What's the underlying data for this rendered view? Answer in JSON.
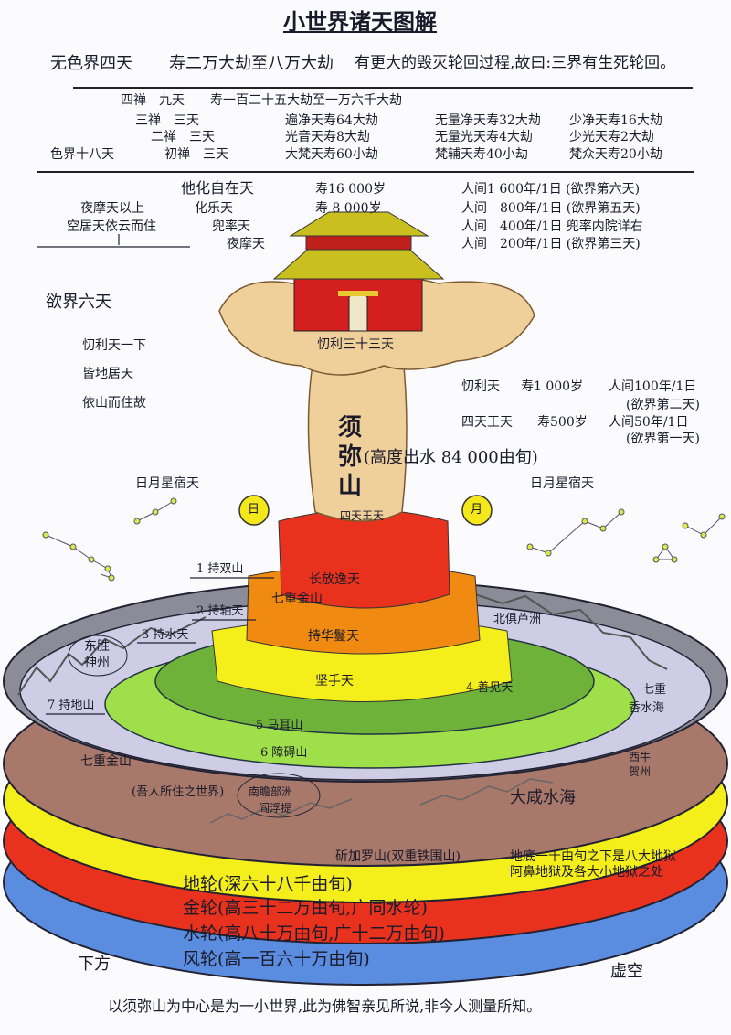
{
  "title": "小世界诸天图解",
  "formless": {
    "label": "无色界四天",
    "life": "寿二万大劫至八万大劫",
    "note": "有更大的毁灭轮回过程,故曰:三界有生死轮回。"
  },
  "form_realm": {
    "label": "色界十八天",
    "rows": [
      {
        "dhyana": "四禅　九天",
        "cols": [
          "寿一百二十五大劫至一万六千大劫"
        ]
      },
      {
        "dhyana": "三禅　三天",
        "cols": [
          "遍净天寿64大劫",
          "无量净天寿32大劫",
          "少净天寿16大劫"
        ]
      },
      {
        "dhyana": "二禅　三天",
        "cols": [
          "光音天寿8大劫",
          "无量光天寿4大劫",
          "少光天寿2大劫"
        ]
      },
      {
        "dhyana": "初禅　三天",
        "cols": [
          "大梵天寿60小劫",
          "梵辅天寿40小劫",
          "梵众天寿20小劫"
        ]
      }
    ]
  },
  "desire_upper": {
    "note1": "夜摩天以上",
    "note2": "空居天依云而住",
    "rows": [
      {
        "name": "他化自在天",
        "life": "寿16 000岁",
        "human": "人间1 600年/1日 (欲界第六天)"
      },
      {
        "name": "化乐天",
        "life": "寿 8 000岁",
        "human": "人间　800年/1日 (欲界第五天)"
      },
      {
        "name": "兜率天",
        "life": "",
        "human": "人间　400年/1日 兜率内院详右"
      },
      {
        "name": "夜摩天",
        "life": "",
        "human": "人间　200年/1日 (欲界第三天)"
      }
    ]
  },
  "desire_label": "欲界六天",
  "trayastrimsa_notes": [
    "忉利天一下",
    "皆地居天",
    "依山而住故"
  ],
  "summit_label": "忉利三十三天",
  "lower_heavens": [
    {
      "name": "忉利天",
      "life": "寿1 000岁",
      "human": "人间100年/1日",
      "note": "(欲界第二天)"
    },
    {
      "name": "四天王天",
      "life": "寿500岁",
      "human": "人间50年/1日",
      "note": "(欲界第一天)"
    }
  ],
  "sumeru": {
    "c1": "须",
    "c2": "弥",
    "c3": "山",
    "height": "(高度出水 84 000由旬)",
    "base": "四天王天"
  },
  "sun_moon_left": "日月星宿天",
  "sun_moon_right": "日月星宿天",
  "sun": "日",
  "moon": "月",
  "tiers": [
    "长放逸天",
    "七重金山",
    "持华鬘天",
    "坚手天"
  ],
  "mountains": [
    "1 持双山",
    "2 持轴天",
    "3 持水天",
    "4 善见天",
    "5 马耳山",
    "6 障碍山",
    "7 持地山"
  ],
  "continents": {
    "east": [
      "东胜",
      "神州"
    ],
    "north": "北俱芦洲",
    "west": [
      "西牛",
      "贺州"
    ],
    "south": [
      "南瞻部洲",
      "阎浮提"
    ],
    "south_note": "(吾人所住之世界)"
  },
  "seven_gold_left": "七重金山",
  "fragrant_sea": [
    "七重",
    "香水海"
  ],
  "salt_sea": "大咸水海",
  "iron_mountain": "斫加罗山(双重铁围山)",
  "hell": [
    "地底一千由旬之下是八大地狱",
    "阿鼻地狱及各大小地狱之处"
  ],
  "wheels": [
    "地轮(深六十八千由旬)",
    "金轮(高三十二万由旬,广同水轮)",
    "水轮(高八十万由旬,广十二万由旬)",
    "风轮(高一百六十万由旬)"
  ],
  "below": "下方",
  "void": "虚空",
  "footer": "以须弥山为中心是为一小世界,此为佛智亲见所说,非今人测量所知。",
  "colors": {
    "blue": "#5a8de0",
    "red": "#e8321e",
    "yellow": "#f4ee1a",
    "brown": "#a8786a",
    "sea": "#cfcde6",
    "rock": "#8c8c98",
    "green1": "#9fe04a",
    "green2": "#6fb23a",
    "orange": "#f08a10",
    "beige": "#efcf9a"
  }
}
